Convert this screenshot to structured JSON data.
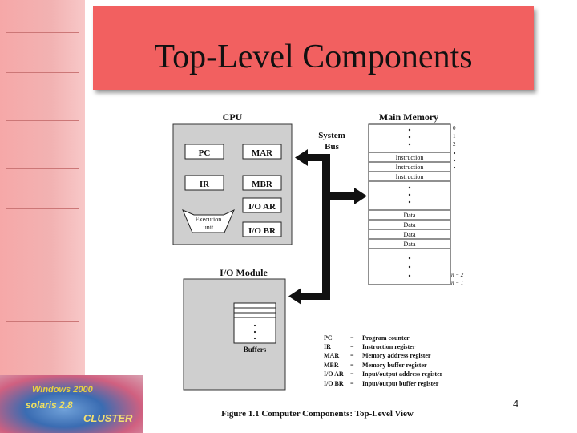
{
  "slide": {
    "title": "Top-Level Components",
    "page_number": "4"
  },
  "logo": {
    "line1": "Windows 2000",
    "line2": "solaris 2.8",
    "line3": "CLUSTER"
  },
  "diagram": {
    "cpu_title": "CPU",
    "registers": [
      "PC",
      "MAR",
      "IR",
      "MBR",
      "I/O AR",
      "I/O BR"
    ],
    "execution_unit": [
      "Execution",
      "unit"
    ],
    "system_bus": [
      "System",
      "Bus"
    ],
    "main_memory_title": "Main Memory",
    "memory_rows": [
      "Instruction",
      "Instruction",
      "Instruction",
      "Data",
      "Data",
      "Data",
      "Data"
    ],
    "address_labels": [
      "0",
      "1",
      "2",
      "n − 2",
      "n − 1"
    ],
    "io_module_title": "I/O Module",
    "buffers_label": "Buffers",
    "legend": [
      {
        "abbr": "PC",
        "eq": "=",
        "desc": "Program counter"
      },
      {
        "abbr": "IR",
        "eq": "=",
        "desc": "Instruction register"
      },
      {
        "abbr": "MAR",
        "eq": "=",
        "desc": "Memory address register"
      },
      {
        "abbr": "MBR",
        "eq": "=",
        "desc": "Memory buffer register"
      },
      {
        "abbr": "I/O AR",
        "eq": "=",
        "desc": "Input/output address register"
      },
      {
        "abbr": "I/O BR",
        "eq": "=",
        "desc": "Input/output buffer register"
      }
    ],
    "caption": "Figure 1.1  Computer Components: Top-Level View"
  }
}
